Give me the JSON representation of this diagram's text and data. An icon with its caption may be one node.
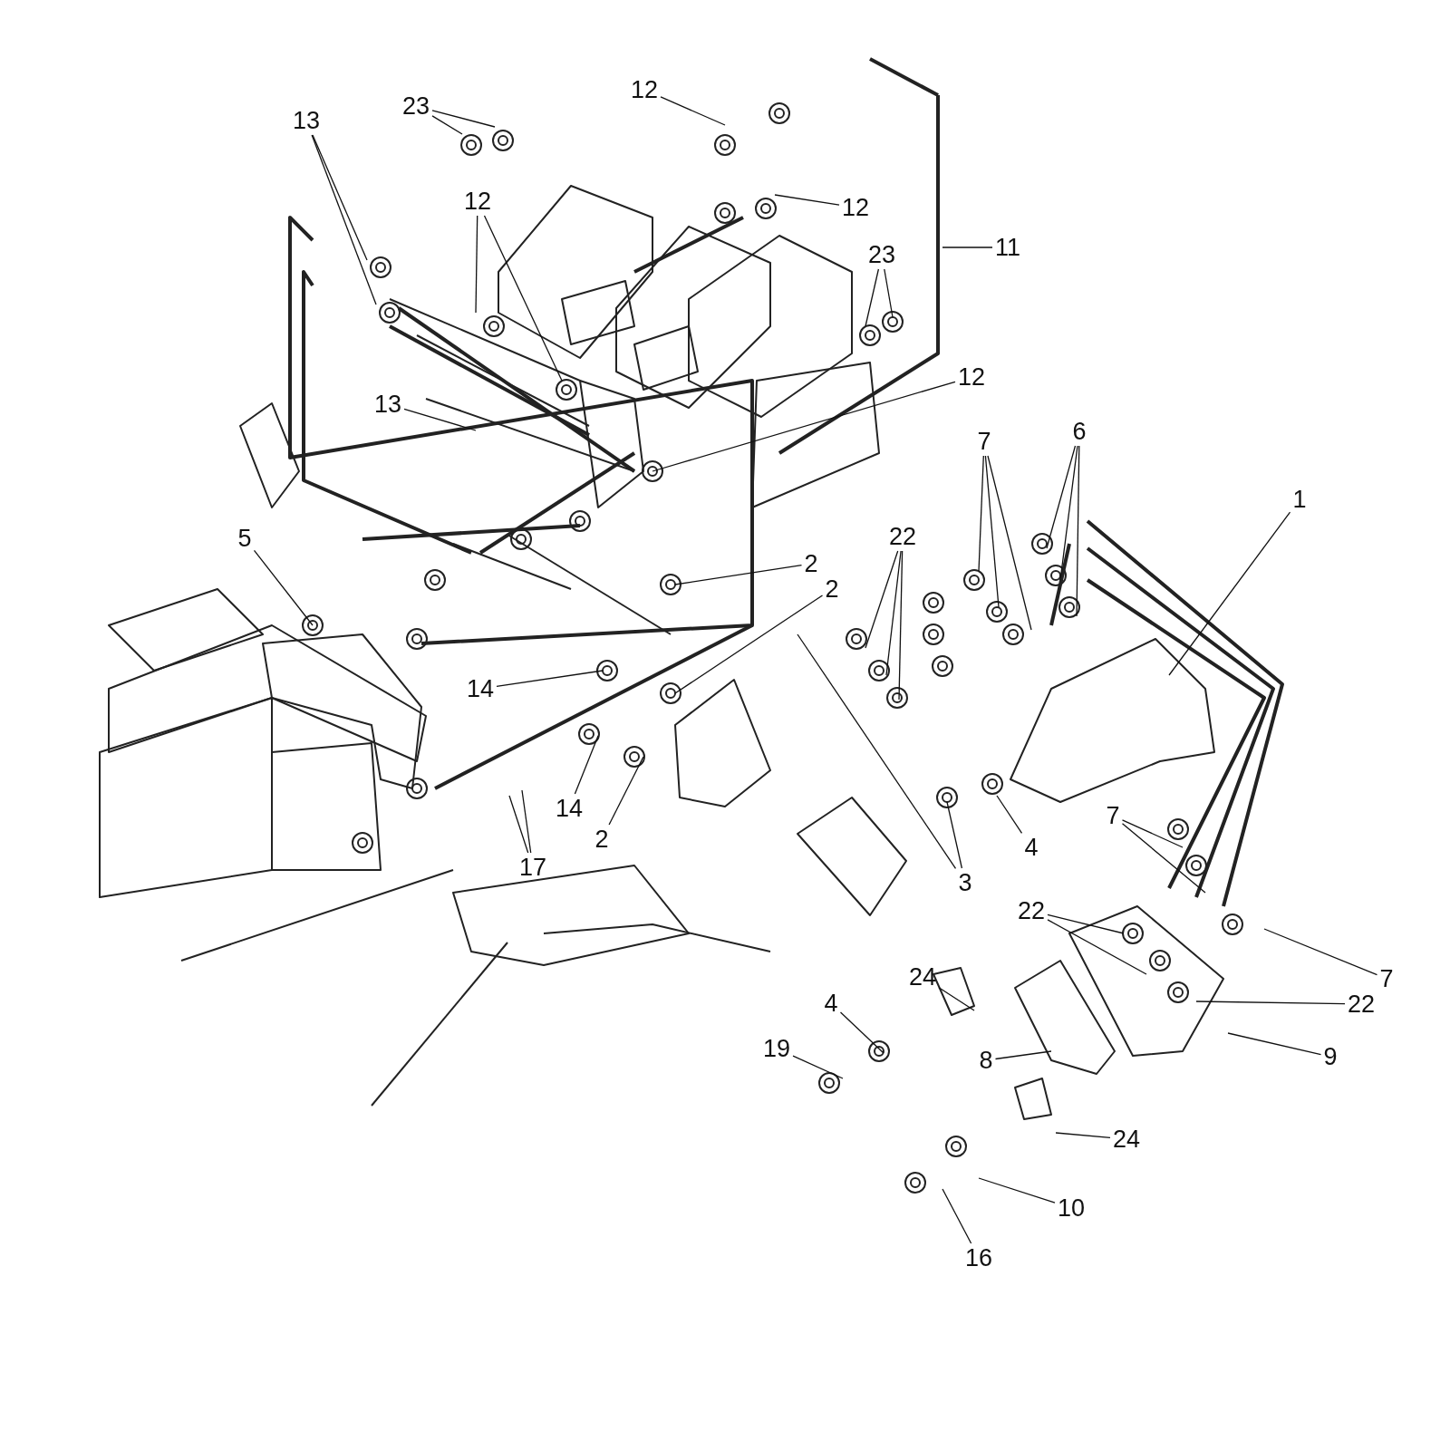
{
  "diagram": {
    "nodes": [
      {
        "text": [
          "12"
        ]
      },
      {
        "text": [
          "23"
        ]
      },
      {
        "text": [
          "13"
        ]
      },
      {
        "text": [
          "12"
        ]
      },
      {
        "text": [
          "12"
        ]
      },
      {
        "text": [
          "11"
        ]
      },
      {
        "text": [
          "23"
        ]
      },
      {
        "text": [
          "12"
        ]
      },
      {
        "text": [
          "13"
        ]
      },
      {
        "text": [
          "6"
        ]
      },
      {
        "text": [
          "7"
        ]
      },
      {
        "text": [
          "1"
        ]
      },
      {
        "text": [
          "5"
        ]
      },
      {
        "text": [
          "22"
        ]
      },
      {
        "text": [
          "2"
        ]
      },
      {
        "text": [
          "2"
        ]
      },
      {
        "text": [
          "14"
        ]
      },
      {
        "text": [
          "14"
        ]
      },
      {
        "text": [
          "2"
        ]
      },
      {
        "text": [
          "17"
        ]
      },
      {
        "text": [
          "7"
        ]
      },
      {
        "text": [
          "4"
        ]
      },
      {
        "text": [
          "3"
        ]
      },
      {
        "text": [
          "22"
        ]
      },
      {
        "text": [
          "7"
        ]
      },
      {
        "text": [
          "24"
        ]
      },
      {
        "text": [
          "22"
        ]
      },
      {
        "text": [
          "4"
        ]
      },
      {
        "text": [
          "8"
        ]
      },
      {
        "text": [
          "19"
        ]
      },
      {
        "text": [
          "9"
        ]
      },
      {
        "text": [
          "24"
        ]
      },
      {
        "text": [
          "10"
        ]
      },
      {
        "text": [
          "16"
        ]
      }
    ],
    "edges": [
      {
        "from": 0,
        "to": null,
        "arrow": "none"
      },
      {
        "from": 1,
        "to": null,
        "arrow": "none"
      },
      {
        "from": 1,
        "to": null,
        "arrow": "none"
      },
      {
        "from": 2,
        "to": null,
        "arrow": "none"
      },
      {
        "from": 2,
        "to": null,
        "arrow": "none"
      },
      {
        "from": 3,
        "to": null,
        "arrow": "none"
      },
      {
        "from": 3,
        "to": null,
        "arrow": "none"
      },
      {
        "from": 4,
        "to": null,
        "arrow": "none"
      },
      {
        "from": 5,
        "to": null,
        "arrow": "none"
      },
      {
        "from": 6,
        "to": null,
        "arrow": "none"
      },
      {
        "from": 6,
        "to": null,
        "arrow": "none"
      },
      {
        "from": 7,
        "to": null,
        "arrow": "none"
      },
      {
        "from": 8,
        "to": null,
        "arrow": "none"
      },
      {
        "from": 9,
        "to": null,
        "arrow": "none"
      },
      {
        "from": 9,
        "to": null,
        "arrow": "none"
      },
      {
        "from": 9,
        "to": null,
        "arrow": "none"
      },
      {
        "from": 10,
        "to": null,
        "arrow": "none"
      },
      {
        "from": 10,
        "to": null,
        "arrow": "none"
      },
      {
        "from": 10,
        "to": null,
        "arrow": "none"
      },
      {
        "from": 11,
        "to": null,
        "arrow": "none"
      },
      {
        "from": 12,
        "to": null,
        "arrow": "none"
      },
      {
        "from": 13,
        "to": null,
        "arrow": "none"
      },
      {
        "from": 13,
        "to": null,
        "arrow": "none"
      },
      {
        "from": 13,
        "to": null,
        "arrow": "none"
      },
      {
        "from": 14,
        "to": null,
        "arrow": "none"
      },
      {
        "from": 15,
        "to": null,
        "arrow": "none"
      },
      {
        "from": 16,
        "to": null,
        "arrow": "none"
      },
      {
        "from": 17,
        "to": null,
        "arrow": "none"
      },
      {
        "from": 18,
        "to": null,
        "arrow": "none"
      },
      {
        "from": 19,
        "to": null,
        "arrow": "none"
      },
      {
        "from": 19,
        "to": null,
        "arrow": "none"
      },
      {
        "from": 20,
        "to": null,
        "arrow": "none"
      },
      {
        "from": 20,
        "to": null,
        "arrow": "none"
      },
      {
        "from": 21,
        "to": null,
        "arrow": "none"
      },
      {
        "from": 22,
        "to": null,
        "arrow": "none"
      },
      {
        "from": 22,
        "to": null,
        "arrow": "none"
      },
      {
        "from": 23,
        "to": null,
        "arrow": "none"
      },
      {
        "from": 23,
        "to": null,
        "arrow": "none"
      },
      {
        "from": 24,
        "to": null,
        "arrow": "none"
      },
      {
        "from": 25,
        "to": null,
        "arrow": "none"
      },
      {
        "from": 26,
        "to": null,
        "arrow": "none"
      },
      {
        "from": 27,
        "to": null,
        "arrow": "none"
      },
      {
        "from": 28,
        "to": null,
        "arrow": "none"
      },
      {
        "from": 29,
        "to": null,
        "arrow": "none"
      },
      {
        "from": 30,
        "to": null,
        "arrow": "none"
      },
      {
        "from": 31,
        "to": null,
        "arrow": "none"
      },
      {
        "from": 32,
        "to": null,
        "arrow": "none"
      },
      {
        "from": 33,
        "to": null,
        "arrow": "none"
      }
    ]
  }
}
